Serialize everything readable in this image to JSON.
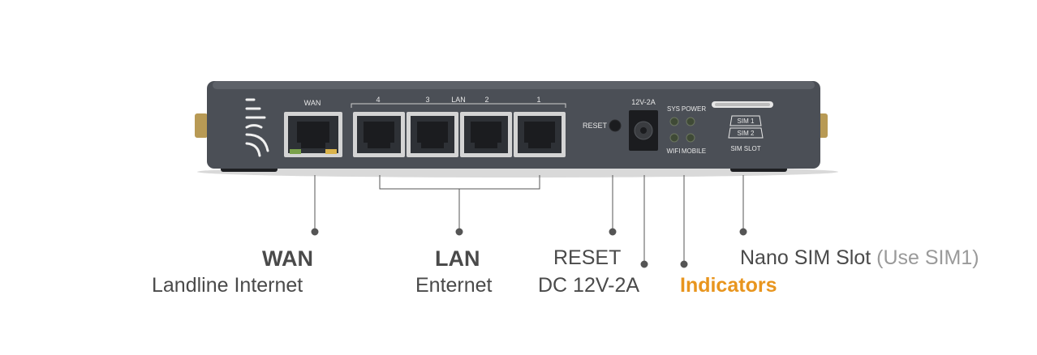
{
  "device": {
    "logo": "router-brand-logo",
    "port_labels": {
      "wan": "WAN",
      "lan": "LAN",
      "lan_numbers": [
        "4",
        "3",
        "2",
        "1"
      ],
      "reset": "RESET",
      "power": "12V-2A",
      "sys": "SYS",
      "power_led": "POWER",
      "wifi": "WIFI",
      "mobile": "MOBILE",
      "sim1": "SIM 1",
      "sim2": "SIM 2",
      "sim_slot": "SIM SLOT"
    },
    "colors": {
      "body": "#4b4f56",
      "body_top": "#5d6168",
      "port": "#2e3136",
      "leds": "#3f4a36"
    }
  },
  "callouts": {
    "wan": {
      "title": "WAN",
      "subtitle": "Landline Internet"
    },
    "lan": {
      "title": "LAN",
      "subtitle": "Enternet"
    },
    "reset": {
      "title": "RESET"
    },
    "dc": {
      "title": "DC 12V-2A"
    },
    "indicators": {
      "title": "Indicators",
      "color": "#e8951e"
    },
    "sim": {
      "title": "Nano SIM Slot",
      "note": "(Use SIM1)"
    }
  }
}
